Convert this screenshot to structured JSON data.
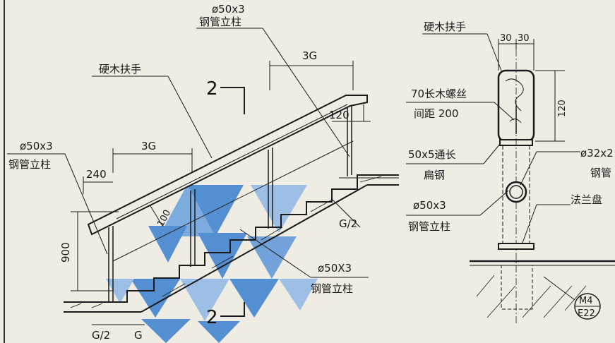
{
  "elevation": {
    "labels": {
      "handrail_top": "硬木扶手",
      "post_top_size": "ø50x3",
      "post_top_name": "钢管立柱",
      "post_left_size": "ø50x3",
      "post_left_name": "钢管立柱",
      "post_mid_size": "ø50X3",
      "post_mid_name": "钢管立柱"
    },
    "dims": {
      "upper_3g": "3G",
      "lower_3g": "3G",
      "d240": "240",
      "d120": "120",
      "d900": "900",
      "d100": "100",
      "g_half_right": "G/2",
      "g_half_bottom": "G/2",
      "g_bottom": "G"
    },
    "section_marks": {
      "top": "2",
      "bottom": "2"
    }
  },
  "section": {
    "labels": {
      "handrail": "硬木扶手",
      "screw": "70长木螺丝",
      "screw_spacing": "间距 200",
      "flat_steel": "50x5通长",
      "flat_steel_2": "扁钢",
      "post_size": "ø50x3",
      "post_name": "钢管立柱",
      "pipe_size": "ø32x2",
      "pipe_name": "钢管",
      "flange": "法兰盘"
    },
    "dims": {
      "w1": "30",
      "w2": "30",
      "h120": "120"
    },
    "callout": {
      "top": "M4",
      "bottom": "E22"
    }
  },
  "colors": {
    "watermark": "#3a7fd0",
    "ink": "#1a1a1a",
    "paper": "#efece4"
  }
}
